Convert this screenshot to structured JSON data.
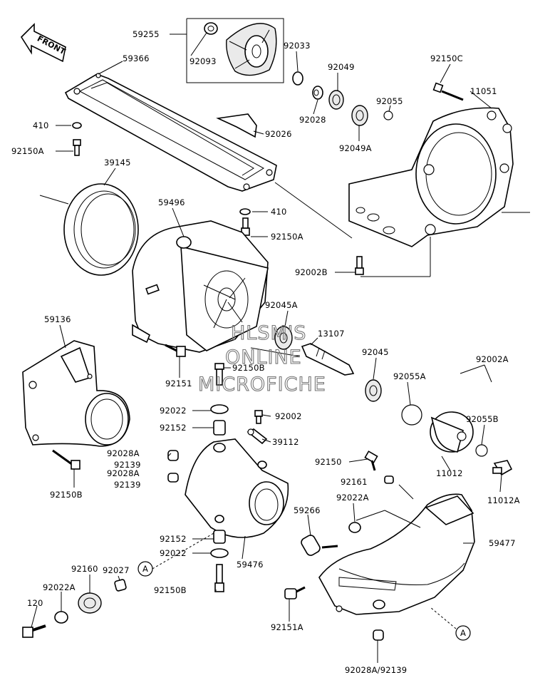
{
  "watermark": [
    "HLSM'S",
    "ONLINE",
    "MICROFICHE"
  ],
  "front_label": "FRONT",
  "ref_marker": "A",
  "parts": {
    "p59255": "59255",
    "p92093": "92093",
    "p59366": "59366",
    "p92033": "92033",
    "p92049": "92049",
    "p92150C": "92150C",
    "p11051": "11051",
    "p92055": "92055",
    "p410a": "410",
    "p92028": "92028",
    "p92026": "92026",
    "p92049A": "92049A",
    "p92150A_a": "92150A",
    "p39145": "39145",
    "p59496": "59496",
    "p410b": "410",
    "p92150A_b": "92150A",
    "p92002B": "92002B",
    "p92045A": "92045A",
    "p59136": "59136",
    "p13107": "13107",
    "p92045": "92045",
    "p92002A": "92002A",
    "p92151": "92151",
    "p92150B_a": "92150B",
    "p92055A": "92055A",
    "p92022_a": "92022",
    "p92002": "92002",
    "p92055B": "92055B",
    "p92152_a": "92152",
    "p39112": "39112",
    "p92028A_a": "92028A",
    "p92139_a": "92139",
    "p92150": "92150",
    "p11012": "11012",
    "p92028A_b": "92028A",
    "p92139_b": "92139",
    "p92161": "92161",
    "p11012A": "11012A",
    "p92150B_b": "92150B",
    "p59266": "59266",
    "p92022A_a": "92022A",
    "p92152_b": "92152",
    "p59477": "59477",
    "p92022_b": "92022",
    "p59476": "59476",
    "p92027": "92027",
    "p92160": "92160",
    "p92022A_b": "92022A",
    "p92150B_c": "92150B",
    "p120": "120",
    "p92151A": "92151A",
    "p92028A_92139": "92028A/92139"
  }
}
